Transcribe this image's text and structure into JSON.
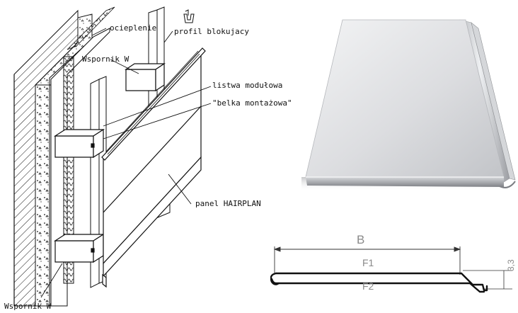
{
  "labels": {
    "ocieplenie": "ocieplenie",
    "profil_blokujacy": "profil blokujacy",
    "wspornik_top": "Wspornik W",
    "listwa_modulowa": "listwa modułowa",
    "belka_montazowa": "\"belka montażowa\"",
    "panel_hairplan": "panel HAIRPLAN",
    "wspornik_bottom": "Wspornik W"
  },
  "profile": {
    "width_label": "B",
    "face_label_1": "F1",
    "face_label_2": "F2",
    "height_label": "3,3"
  },
  "colors": {
    "line": "#111111",
    "panel_light": "#e9eaec",
    "panel_mid": "#c9cbce",
    "panel_dark": "#8f9195",
    "dimension_text": "#8a8a8a"
  }
}
